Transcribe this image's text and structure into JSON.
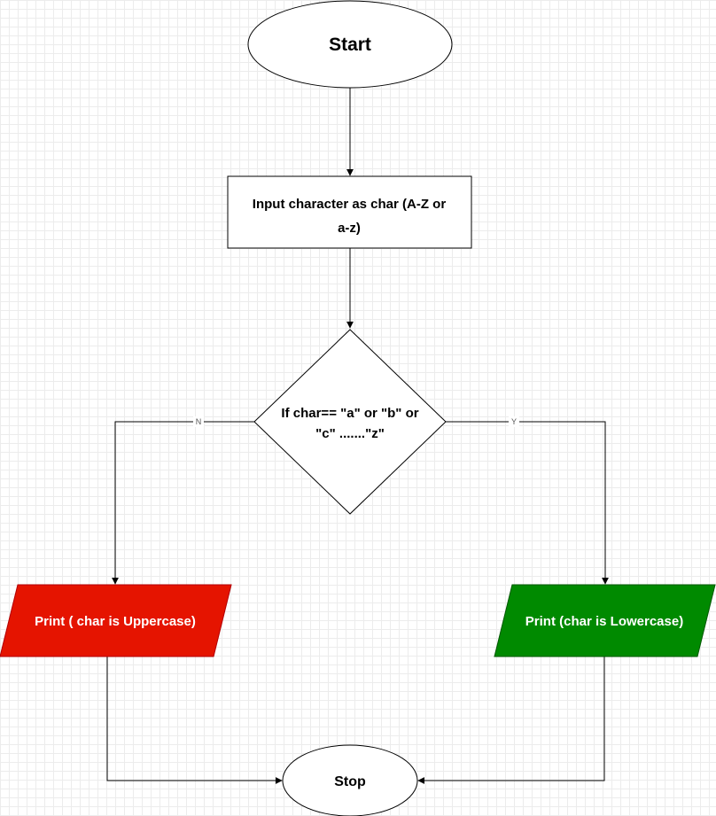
{
  "nodes": {
    "start": {
      "label": "Start",
      "fill": "#ffffff",
      "stroke": "#000000",
      "text_color": "#000000"
    },
    "input": {
      "line1": "Input character as char (A-Z or",
      "line2": "a-z)",
      "fill": "#ffffff",
      "stroke": "#000000",
      "text_color": "#000000"
    },
    "decision": {
      "line1": "If char== \"a\" or \"b\" or",
      "line2": "\"c\" .......\"z\"",
      "fill": "#ffffff",
      "stroke": "#000000",
      "text_color": "#000000"
    },
    "uppercase": {
      "label": "Print ( char is Uppercase)",
      "fill": "#e51400",
      "stroke": "#b20000",
      "text_color": "#ffffff"
    },
    "lowercase": {
      "label": "Print (char is Lowercase)",
      "fill": "#008a00",
      "stroke": "#005700",
      "text_color": "#ffffff"
    },
    "stop": {
      "label": "Stop",
      "fill": "#ffffff",
      "stroke": "#000000",
      "text_color": "#000000"
    }
  },
  "edges": {
    "no_label": "N",
    "yes_label": "Y"
  },
  "colors": {
    "connector": "#000000",
    "grid": "#ececec",
    "background": "#ffffff"
  }
}
